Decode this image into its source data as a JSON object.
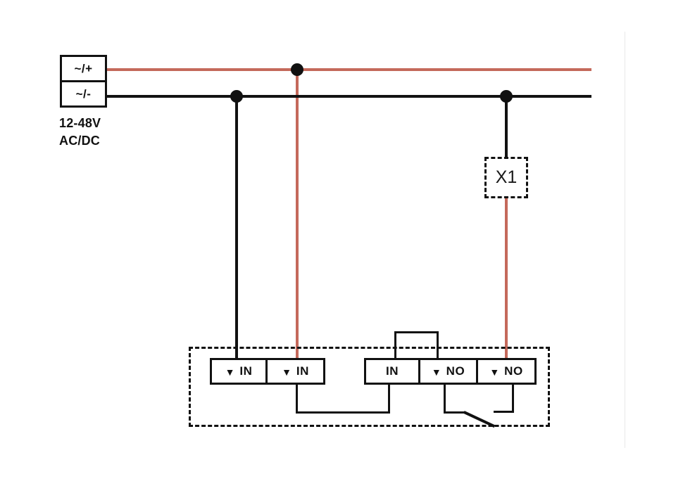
{
  "colors": {
    "wire-positive": "#c4695b",
    "wire-negative": "#111111",
    "page-divider": "#e9e9e9"
  },
  "power_supply": {
    "terminal_positive_label": "~/+",
    "terminal_negative_label": "~/-",
    "voltage_line1": "12-48V",
    "voltage_line2": "AC/DC"
  },
  "external_switch": {
    "label": "X1"
  },
  "device": {
    "terminals": [
      {
        "triangle": "▼",
        "label": "IN"
      },
      {
        "triangle": "▼",
        "label": "IN"
      },
      {
        "triangle": "",
        "label": "IN"
      },
      {
        "triangle": "▼",
        "label": "NO"
      },
      {
        "triangle": "▼",
        "label": "NO"
      }
    ]
  }
}
